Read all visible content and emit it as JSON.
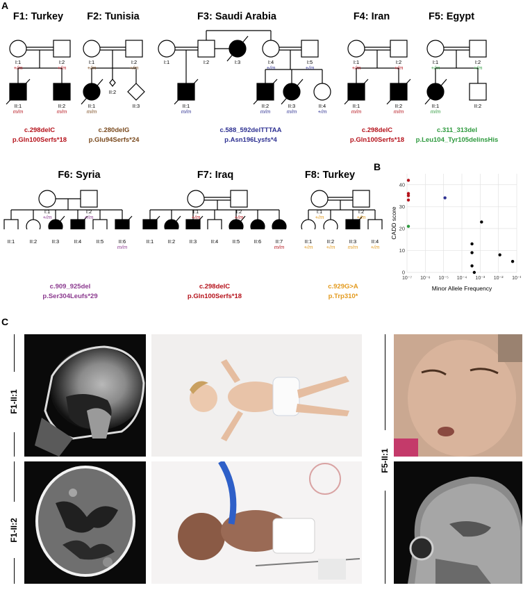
{
  "panels": {
    "a": "A",
    "b": "B",
    "c": "C"
  },
  "families": [
    {
      "title": "F1: Turkey",
      "color": "#b5121b",
      "variant_c": "c.298delC",
      "variant_p": "p.Gln100Serfs*18"
    },
    {
      "title": "F2: Tunisia",
      "color": "#7a4a1e",
      "variant_c": "c.280delG",
      "variant_p": "p.Glu94Serfs*24"
    },
    {
      "title": "F3: Saudi Arabia",
      "color": "#2e3192",
      "variant_c": "c.588_592delTTTAA",
      "variant_p": "p.Asn196Lysfs*4"
    },
    {
      "title": "F4: Iran",
      "color": "#b5121b",
      "variant_c": "c.298delC",
      "variant_p": "p.Gln100Serfs*18"
    },
    {
      "title": "F5: Egypt",
      "color": "#2e9a3e",
      "variant_c": "c.311_313del",
      "variant_p": "p.Leu104_Tyr105delinsHis"
    },
    {
      "title": "F6: Syria",
      "color": "#8b3a8f",
      "variant_c": "c.909_925del",
      "variant_p": "p.Ser304Leufs*29"
    },
    {
      "title": "F7: Iraq",
      "color": "#b5121b",
      "variant_c": "c.298delC",
      "variant_p": "p.Gln100Serfs*18"
    },
    {
      "title": "F8: Turkey",
      "color": "#e39a1e",
      "variant_c": "c.929G>A",
      "variant_p": "p.Trp310*"
    }
  ],
  "pedigree_labels": {
    "f1": {
      "i1": "I:1",
      "i1g": "+/m",
      "i2": "I:2",
      "i2g": "+/m",
      "ii1": "II:1",
      "ii1g": "m/m",
      "ii2": "II:2",
      "ii2g": "m/m"
    },
    "f2": {
      "i1": "I:1",
      "i1g": "+/m",
      "i2": "I:2",
      "i2g": "+/m",
      "ii1": "II:1",
      "ii1g": "m/m",
      "ii2": "II:2",
      "ii3": "II:3"
    },
    "f3": {
      "i1": "I:1",
      "i2": "I:2",
      "i3": "I:3",
      "i4": "I:4",
      "i4g": "+/m",
      "i5": "I:5",
      "i5g": "+/m",
      "ii1": "II:1",
      "ii1g": "m/m",
      "ii2": "II:2",
      "ii2g": "m/m",
      "ii3": "II:3",
      "ii3g": "m/m",
      "ii4": "II:4",
      "ii4g": "+/m"
    },
    "f4": {
      "i1": "I:1",
      "i1g": "+/m",
      "i2": "I:2",
      "i2g": "+/m",
      "ii1": "II:1",
      "ii1g": "m/m",
      "ii2": "II:2",
      "ii2g": "m/m"
    },
    "f5": {
      "i1": "I:1",
      "i1g": "+/m",
      "i2": "I:2",
      "i2g": "+/m",
      "ii1": "II:1",
      "ii1g": "m/m",
      "ii2": "II:2"
    },
    "f6": {
      "i1": "I:1",
      "i1g": "+/m",
      "i2": "I:2",
      "i2g": "+/m",
      "ii1": "II:1",
      "ii2": "II:2",
      "ii3": "II:3",
      "ii4": "II:4",
      "ii5": "II:5",
      "ii6": "II:6",
      "ii6g": "m/m"
    },
    "f7": {
      "i1": "I:1",
      "i1g": "+/m",
      "i2": "I:2",
      "i2g": "+/m",
      "ii1": "II:1",
      "ii2": "II:2",
      "ii3": "II:3",
      "ii4": "II:4",
      "ii5": "II:5",
      "ii6": "II:6",
      "ii7": "II:7",
      "ii7g": "m/m"
    },
    "f8": {
      "i1": "I:1",
      "i1g": "+/m",
      "i2": "I:2",
      "i2g": "+/m",
      "ii1": "II:1",
      "ii1g": "+/m",
      "ii2": "II:2",
      "ii2g": "+/m",
      "ii3": "II:3",
      "ii3g": "m/m",
      "ii4": "II:4",
      "ii4g": "+/m"
    }
  },
  "chart_data": {
    "type": "scatter",
    "xlabel": "Minor Allele Frequency",
    "ylabel": "CADD score",
    "x_scale": "log",
    "xlim": [
      1e-07,
      0.1
    ],
    "ylim": [
      0,
      45
    ],
    "x_ticks": [
      "10⁻⁷",
      "10⁻⁶",
      "10⁻⁵",
      "10⁻⁴",
      "10⁻³",
      "10⁻²",
      "10⁻¹"
    ],
    "y_ticks": [
      0,
      10,
      20,
      30,
      40
    ],
    "grid": true,
    "points": [
      {
        "x": 1e-07,
        "y": 42,
        "color": "#b5121b"
      },
      {
        "x": 1e-07,
        "y": 36,
        "color": "#b5121b"
      },
      {
        "x": 1e-07,
        "y": 35,
        "color": "#b5121b"
      },
      {
        "x": 1e-07,
        "y": 33,
        "color": "#b5121b"
      },
      {
        "x": 1e-07,
        "y": 21,
        "color": "#2e9a3e"
      },
      {
        "x": 1e-05,
        "y": 34,
        "color": "#2e3192"
      },
      {
        "x": 0.0003,
        "y": 13,
        "color": "#000000"
      },
      {
        "x": 0.0003,
        "y": 9,
        "color": "#000000"
      },
      {
        "x": 0.0003,
        "y": 3,
        "color": "#000000"
      },
      {
        "x": 0.0004,
        "y": 0,
        "color": "#000000"
      },
      {
        "x": 0.001,
        "y": 23,
        "color": "#000000"
      },
      {
        "x": 0.01,
        "y": 8,
        "color": "#000000"
      },
      {
        "x": 0.05,
        "y": 5,
        "color": "#000000"
      }
    ]
  },
  "side_labels": {
    "left_top": "F1-II:1",
    "left_bottom": "F1-II:2",
    "right": "F5-II:1"
  }
}
